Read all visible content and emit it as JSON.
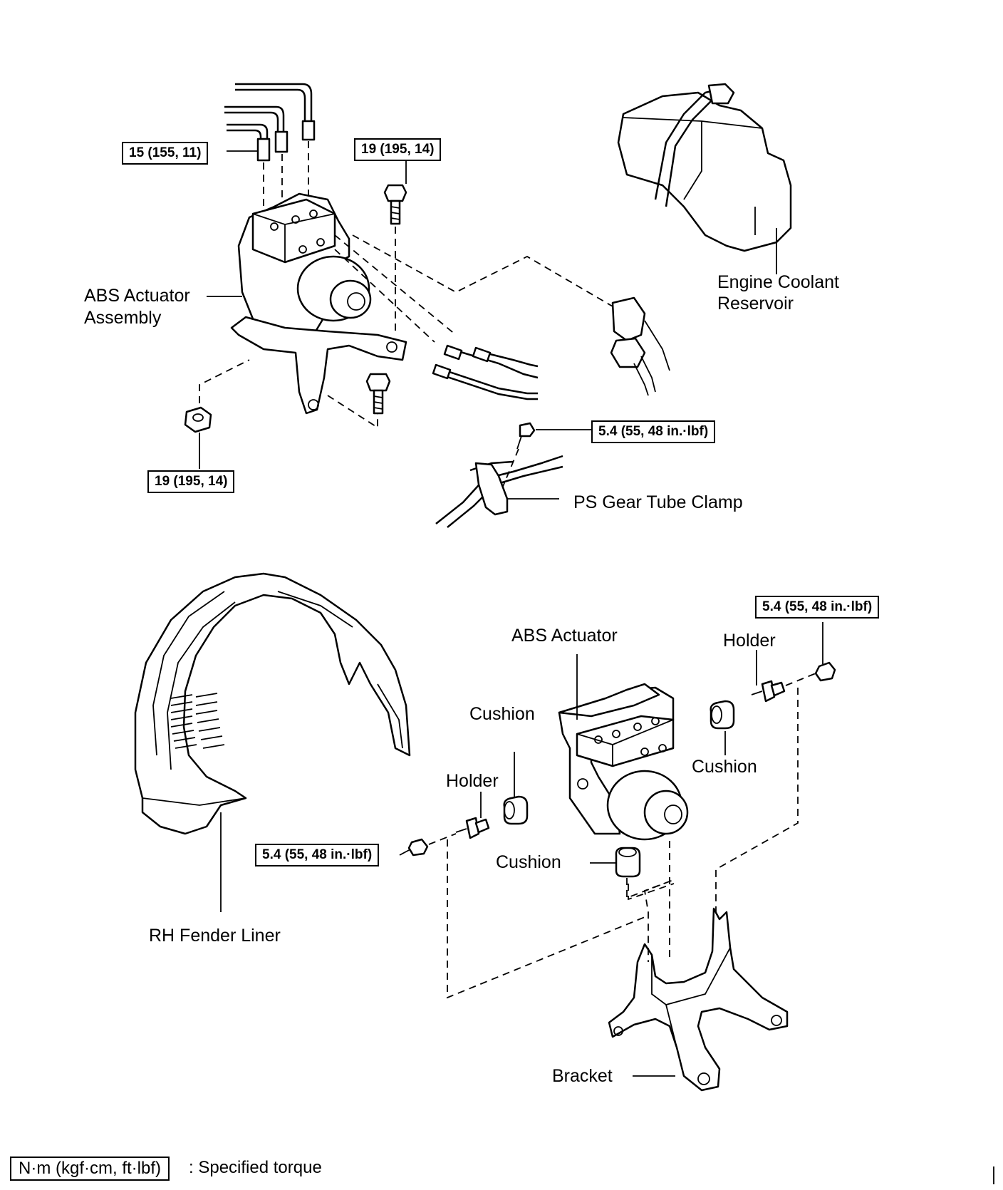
{
  "labels": {
    "abs_actuator_assembly": [
      "ABS Actuator",
      "Assembly"
    ],
    "engine_coolant_reservoir": [
      "Engine Coolant",
      "Reservoir"
    ],
    "ps_gear_tube_clamp": "PS Gear Tube Clamp",
    "abs_actuator": "ABS Actuator",
    "holder": "Holder",
    "cushion": "Cushion",
    "rh_fender_liner": "RH Fender Liner",
    "bracket": "Bracket"
  },
  "torques": {
    "brake_tube": "15 (155, 11)",
    "upper_bolt": "19 (195, 14)",
    "lower_nut": "19 (195, 14)",
    "clamp_bolt": "5.4 (55, 48 in.·lbf)",
    "holder_nut_right": "5.4 (55, 48 in.·lbf)",
    "holder_nut_left": "5.4 (55, 48 in.·lbf)"
  },
  "legend": {
    "unit": "N·m (kgf·cm, ft·lbf)",
    "meaning": ": Specified torque"
  }
}
